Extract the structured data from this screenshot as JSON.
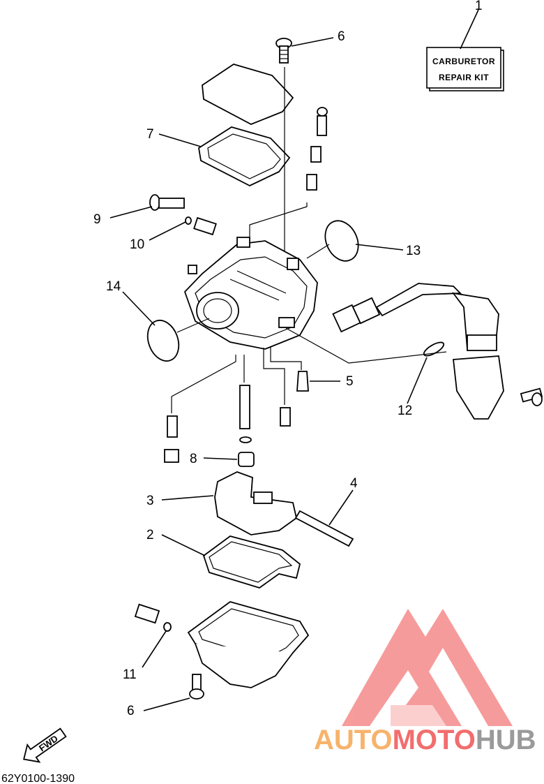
{
  "kit_box": {
    "line1": "CARBURETOR",
    "line2": "REPAIR  KIT"
  },
  "callouts": {
    "c1": "1",
    "c2": "2",
    "c3": "3",
    "c4": "4",
    "c5": "5",
    "c6_top": "6",
    "c6_bottom": "6",
    "c7": "7",
    "c8": "8",
    "c9": "9",
    "c10": "10",
    "c11": "11",
    "c12": "12",
    "c13": "13",
    "c14": "14"
  },
  "fwd_label": "FWD",
  "diagram_code": "62Y0100-1390",
  "watermark": {
    "part1": "AUTO",
    "part2": "MOTO",
    "part3": "HUB",
    "color_orange": "#f7b36b",
    "color_red": "#f26d6d",
    "color_gray": "#9a9a9a"
  }
}
